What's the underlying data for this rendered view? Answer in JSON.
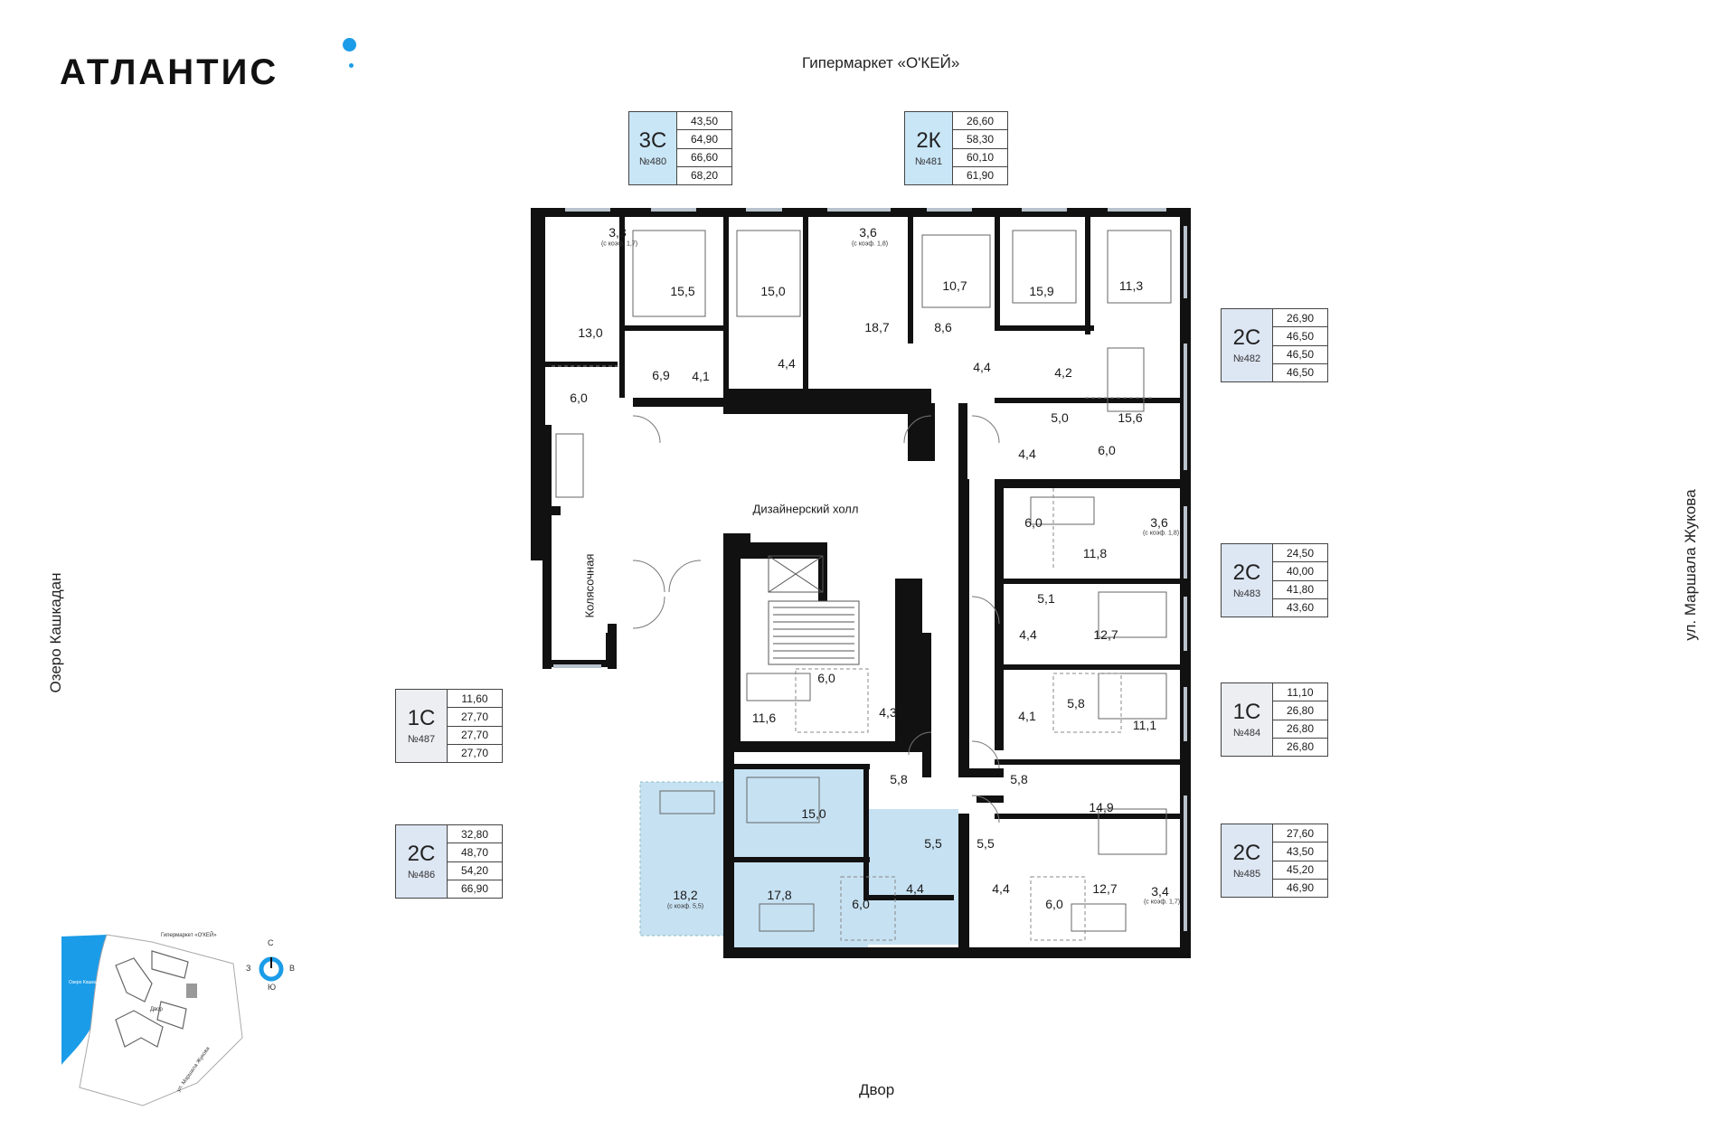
{
  "brand": {
    "name": "АТЛАНТИС",
    "accent": "#1b9ce8"
  },
  "streets": {
    "north": "Гипермаркет «О'КЕЙ»",
    "south": "Двор",
    "west": "Озеро Кашкадан",
    "east": "ул. Маршала Жукова"
  },
  "colors": {
    "selected_card": "#c9e6f7",
    "light_card": "#dde6f3",
    "gray_card": "#eceef2",
    "highlight_apartment": "#c6e1f2",
    "walls": "#111111"
  },
  "apartments": [
    {
      "type": "3С",
      "number": "№480",
      "areas": [
        "43,50",
        "64,90",
        "66,60",
        "68,20"
      ]
    },
    {
      "type": "2К",
      "number": "№481",
      "areas": [
        "26,60",
        "58,30",
        "60,10",
        "61,90"
      ]
    },
    {
      "type": "2С",
      "number": "№482",
      "areas": [
        "26,90",
        "46,50",
        "46,50",
        "46,50"
      ]
    },
    {
      "type": "2С",
      "number": "№483",
      "areas": [
        "24,50",
        "40,00",
        "41,80",
        "43,60"
      ]
    },
    {
      "type": "1С",
      "number": "№484",
      "areas": [
        "11,10",
        "26,80",
        "26,80",
        "26,80"
      ]
    },
    {
      "type": "2С",
      "number": "№485",
      "areas": [
        "27,60",
        "43,50",
        "45,20",
        "46,90"
      ]
    },
    {
      "type": "2С",
      "number": "№486",
      "areas": [
        "32,80",
        "48,70",
        "54,20",
        "66,90"
      ]
    },
    {
      "type": "1С",
      "number": "№487",
      "areas": [
        "11,60",
        "27,70",
        "27,70",
        "27,70"
      ]
    }
  ],
  "rooms": {
    "r1": "3,3",
    "r1k": "(с коэф. 1,7)",
    "r2": "13,0",
    "r3": "6,0",
    "r4": "6,9",
    "r5": "15,5",
    "r6": "4,1",
    "r7": "15,0",
    "r8": "4,4",
    "r9": "3,6",
    "r9k": "(с коэф. 1,8)",
    "r10": "18,7",
    "r11": "8,6",
    "r12": "10,7",
    "r13": "15,9",
    "r14": "11,3",
    "r15": "4,4",
    "r16": "4,2",
    "r17": "5,0",
    "r18": "15,6",
    "r19": "4,4",
    "r20": "6,0",
    "r21": "6,0",
    "r22": "11,8",
    "r23": "3,6",
    "r23k": "(с коэф. 1,8)",
    "r24": "5,1",
    "r25": "4,4",
    "r26": "12,7",
    "r27": "4,1",
    "r28": "5,8",
    "r29": "11,1",
    "r30": "6,0",
    "r31": "11,6",
    "r32": "4,3",
    "r33": "5,8",
    "r34": "15,0",
    "r35": "5,5",
    "r36": "5,5",
    "r37": "5,8",
    "r38": "14,9",
    "r39": "18,2",
    "r39k": "(с коэф. 5,5)",
    "r40": "17,8",
    "r41": "6,0",
    "r42": "4,4",
    "r43": "4,4",
    "r44": "6,0",
    "r45": "12,7",
    "r46": "3,4",
    "r46k": "(с коэф. 1,7)",
    "hall": "Дизайнерский холл",
    "stroller": "Колясочная"
  },
  "compass": {
    "n": "С",
    "s": "Ю",
    "w": "З",
    "e": "В"
  },
  "minimap": {
    "shop": "Гипермаркет «О'КЕЙ»",
    "lake": "Озеро Кашкадан",
    "yard": "Двор",
    "street": "ул. Маршала Жукова"
  }
}
